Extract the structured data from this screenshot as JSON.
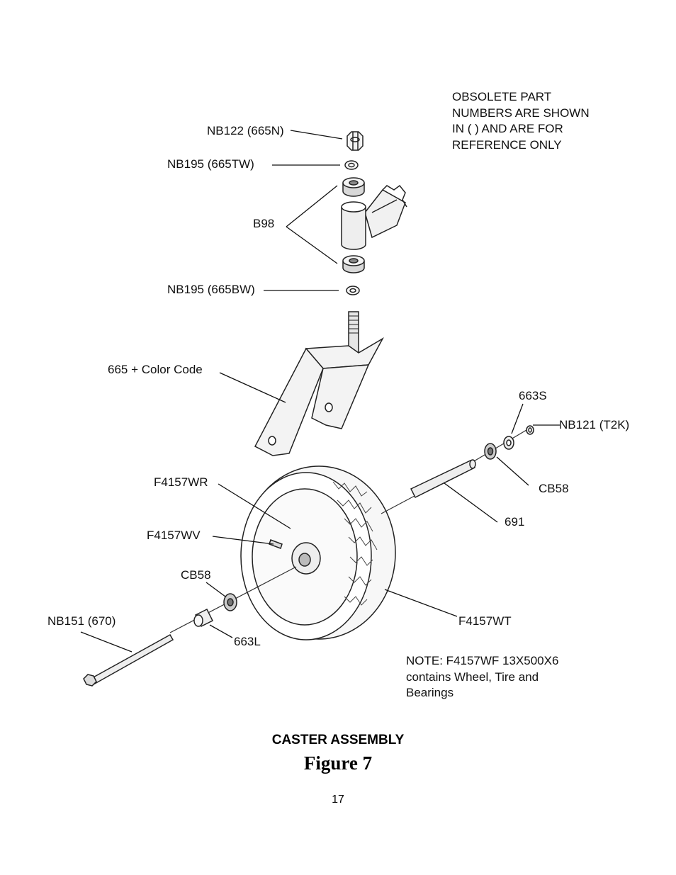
{
  "note_obsolete": [
    "OBSOLETE PART",
    "NUMBERS ARE SHOWN",
    "IN (      ) AND ARE FOR",
    "REFERENCE ONLY"
  ],
  "labels": {
    "nb122": "NB122 (665N)",
    "nb195_top": "NB195 (665TW)",
    "b98": "B98",
    "nb195_bottom": "NB195 (665BW)",
    "fork": "665 + Color Code",
    "s663": "663S",
    "nb121": "NB121 (T2K)",
    "f4157wr": "F4157WR",
    "cb58_right": "CB58",
    "axle691": "691",
    "f4157wv": "F4157WV",
    "cb58_left": "CB58",
    "nb151": "NB151 (670)",
    "f4157wt": "F4157WT",
    "l663": "663L"
  },
  "note_wheel": [
    "NOTE: F4157WF 13X500X6",
    "contains Wheel, Tire and",
    "Bearings"
  ],
  "caption": "CASTER ASSEMBLY",
  "figure": "Figure 7",
  "page_number": "17",
  "colors": {
    "ink": "#111111",
    "shade": "#e8e8e8",
    "paper": "#ffffff"
  }
}
